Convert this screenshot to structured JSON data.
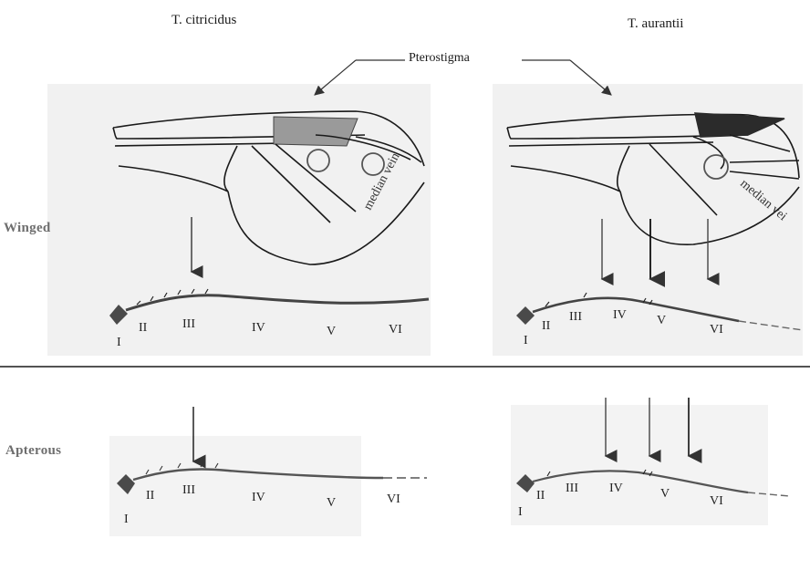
{
  "species": {
    "left": "T. citricidus",
    "right": "T. aurantii"
  },
  "pointer_label": "Pterostigma",
  "vein_label": "median vein",
  "vein_label_right": "median vei",
  "morphs": {
    "winged": "Winged",
    "apterous": "Apterous"
  },
  "segments": {
    "winged_left": [
      "I",
      "II",
      "III",
      "IV",
      "V",
      "VI"
    ],
    "winged_right": [
      "I",
      "II",
      "III",
      "IV",
      "V",
      "VI"
    ],
    "apterous_left": [
      "I",
      "II",
      "III",
      "IV",
      "V",
      "VI"
    ],
    "apterous_right": [
      "I",
      "II",
      "III",
      "IV",
      "V",
      "VI"
    ]
  },
  "colors": {
    "panel_bg": "#f1f1f1",
    "ink": "#1a1a1a",
    "vein_gray": "#5a5a5a",
    "pterostigma_dark": "#2b2b2b"
  }
}
